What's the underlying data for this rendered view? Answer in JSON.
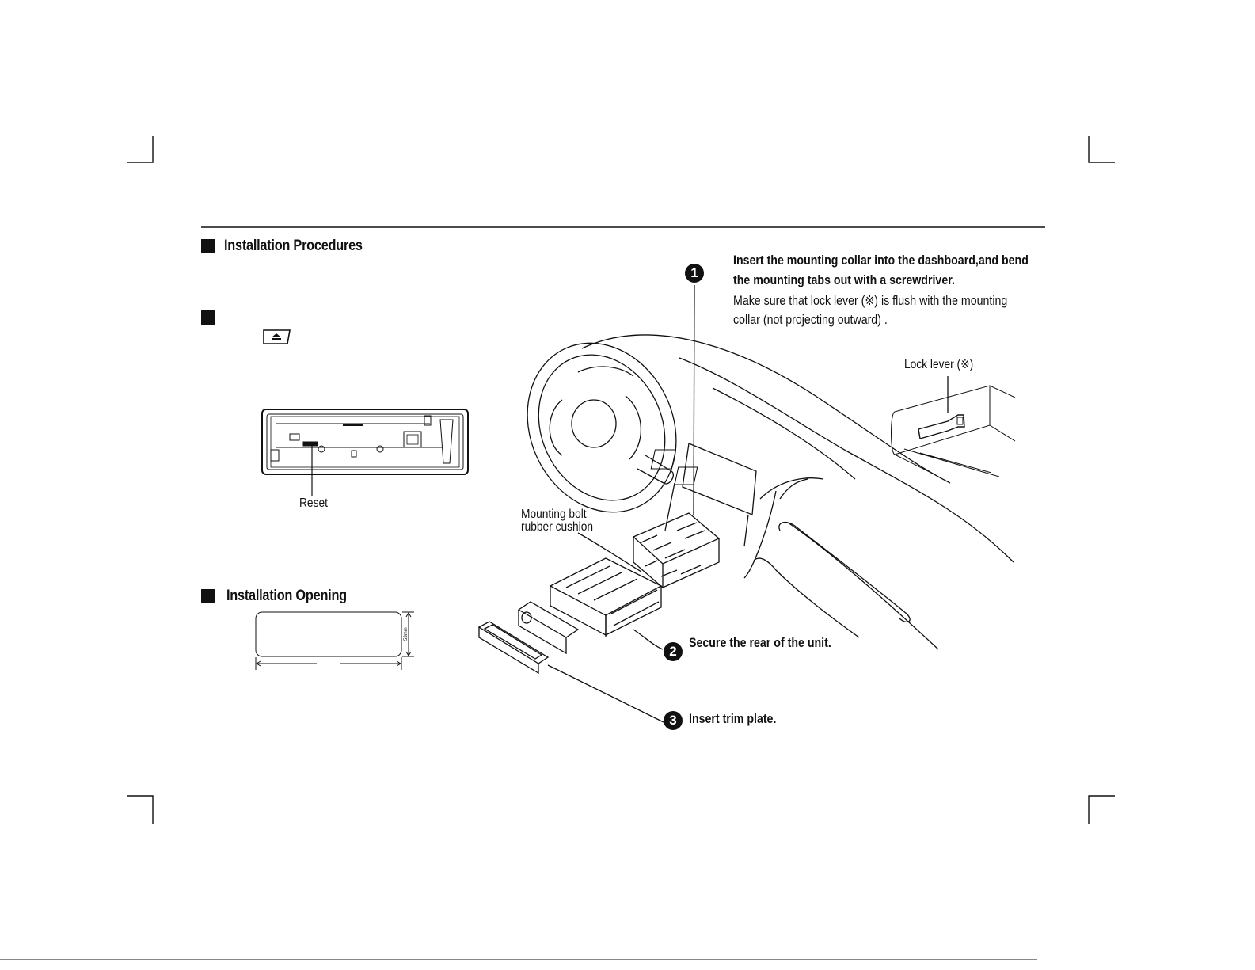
{
  "sections": {
    "procedures_heading": "Installation Procedures",
    "opening_heading": "Installation Opening"
  },
  "labels": {
    "reset": "Reset",
    "mounting_bolt_line1": "Mounting bolt",
    "mounting_bolt_line2": "rubber cushion",
    "lock_lever": "Lock lever (※)",
    "opening_height": "53mm"
  },
  "steps": [
    {
      "number": "1",
      "bold_line1": "Insert the mounting collar into the dashboard,and bend",
      "bold_line2": "the mounting tabs out with a screwdriver.",
      "line3": "Make sure that lock lever (※) is flush with the mounting",
      "line4": "collar (not projecting outward) ."
    },
    {
      "number": "2",
      "text": "Secure the rear of the unit."
    },
    {
      "number": "3",
      "text": "Insert trim plate."
    }
  ],
  "icons": {
    "bullet": "black-square-icon",
    "eject": "eject-icon"
  }
}
